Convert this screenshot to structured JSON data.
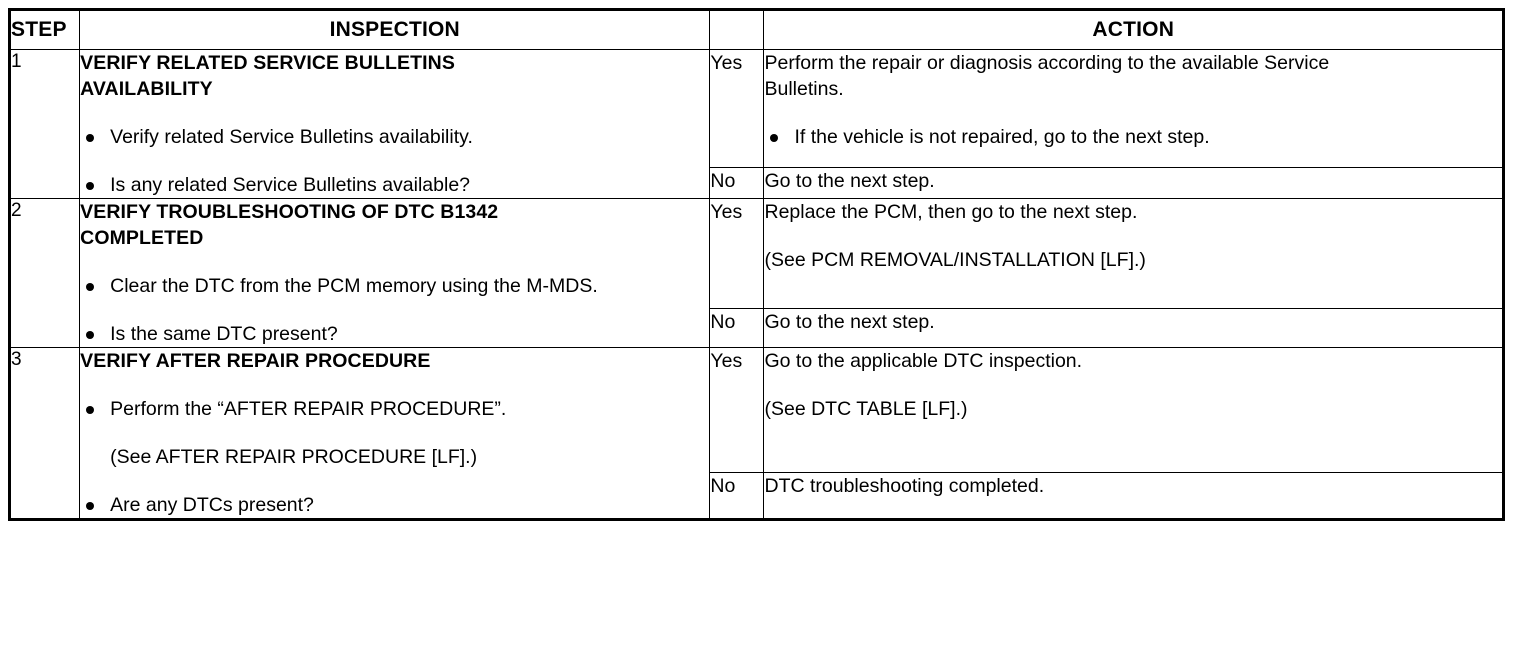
{
  "table": {
    "headers": {
      "step": "STEP",
      "inspection": "INSPECTION",
      "yesno": "",
      "action": "ACTION"
    },
    "rows": [
      {
        "step": "1",
        "inspection": {
          "title_line1": "VERIFY RELATED SERVICE BULLETINS",
          "title_line2": "AVAILABILITY",
          "bullets": [
            "Verify related Service Bulletins availability.",
            "Is any related Service Bulletins available?"
          ]
        },
        "branches": [
          {
            "label": "Yes",
            "text_line1": "Perform the repair or diagnosis according to the available Service",
            "text_line2": "Bulletins.",
            "bullets": [
              "If the vehicle is not repaired, go to the next step."
            ],
            "note": ""
          },
          {
            "label": "No",
            "text_line1": "Go to the next step.",
            "text_line2": "",
            "bullets": [],
            "note": ""
          }
        ]
      },
      {
        "step": "2",
        "inspection": {
          "title_line1": "VERIFY TROUBLESHOOTING OF DTC B1342",
          "title_line2": "COMPLETED",
          "bullets": [
            "Clear the DTC from the PCM memory using the M-MDS.",
            "Is the same DTC present?"
          ]
        },
        "branches": [
          {
            "label": "Yes",
            "text_line1": "Replace the PCM, then go to the next step.",
            "text_line2": "",
            "bullets": [],
            "note": "(See PCM REMOVAL/INSTALLATION [LF].)"
          },
          {
            "label": "No",
            "text_line1": "Go to the next step.",
            "text_line2": "",
            "bullets": [],
            "note": ""
          }
        ]
      },
      {
        "step": "3",
        "inspection": {
          "title_line1": "VERIFY AFTER REPAIR PROCEDURE",
          "title_line2": "",
          "bullets": [
            "Perform the “AFTER REPAIR PROCEDURE”.",
            "Are any DTCs present?"
          ],
          "note": "(See AFTER REPAIR PROCEDURE [LF].)"
        },
        "branches": [
          {
            "label": "Yes",
            "text_line1": "Go to the applicable DTC inspection.",
            "text_line2": "",
            "bullets": [],
            "note": "(See DTC TABLE [LF].)"
          },
          {
            "label": "No",
            "text_line1": "DTC troubleshooting completed.",
            "text_line2": "",
            "bullets": [],
            "note": ""
          }
        ]
      }
    ]
  },
  "colors": {
    "border": "#000000",
    "text": "#000000",
    "background": "#ffffff"
  }
}
